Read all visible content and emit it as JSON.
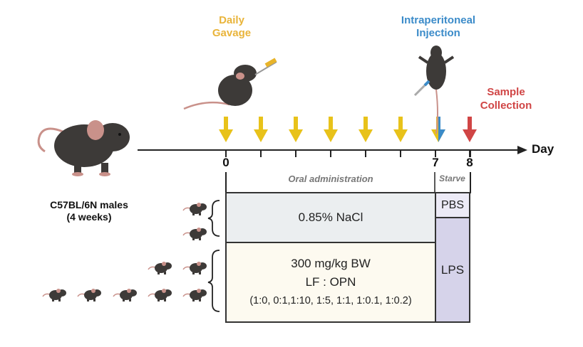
{
  "labels": {
    "gavage": "Daily\nGavage",
    "injection": "Intraperitoneal\nInjection",
    "sample": "Sample\nCollection",
    "day_axis": "Day",
    "strain": "C57BL/6N males\n(4 weeks)",
    "oral": "Oral administration",
    "starve": "Starve"
  },
  "timeline": {
    "ticks": [
      "0",
      "7",
      "8"
    ],
    "gavage_arrow_count": 7,
    "arrow_colors": {
      "gavage": "#e8c21a",
      "injection": "#3b8bc9",
      "sample": "#d04545"
    }
  },
  "groups": {
    "control": {
      "treatment": "0.85% NaCl",
      "challenge": "PBS",
      "mice": 2
    },
    "treatment": {
      "dose": "300 mg/kg BW",
      "ratio_label": "LF : OPN",
      "ratios": "(1:0, 0:1,1:10, 1:5, 1:1, 1:0.1, 1:0.2)",
      "challenge": "LPS",
      "mice": 7
    }
  },
  "colors": {
    "nacl_bg": "#ebeef0",
    "treat_bg": "#fdfaf0",
    "pbs_bg": "#eceaf6",
    "lps_bg": "#d6d3ea",
    "mouse_body": "#3d3a38",
    "mouse_pink": "#c9918a"
  }
}
